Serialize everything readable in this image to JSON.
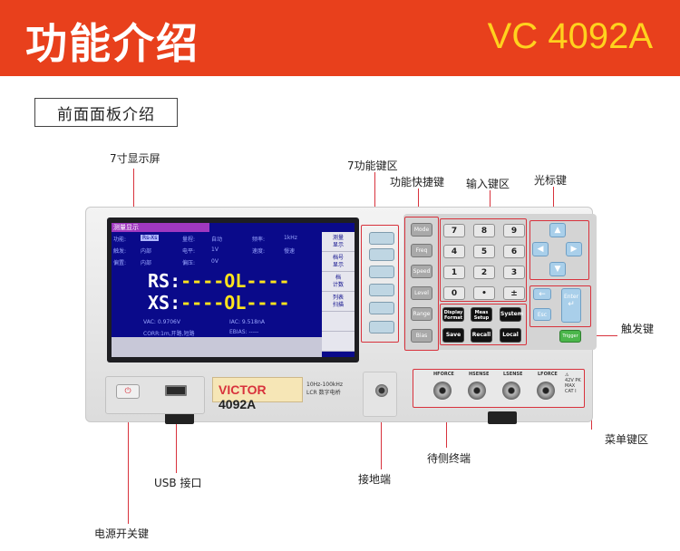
{
  "banner": {
    "title": "功能介绍",
    "model": "VC 4092A"
  },
  "section": {
    "title": "前面面板介绍"
  },
  "callouts": {
    "display": "7寸显示屏",
    "func_keys": "7功能键区",
    "shortcut_keys": "功能快捷键",
    "input_keys": "输入键区",
    "cursor_keys": "光标键",
    "trigger_key": "触发键",
    "menu_keys": "菜单键区",
    "terminals": "待侧终端",
    "ground": "接地端",
    "usb": "USB 接口",
    "power": "电源开关键"
  },
  "screen": {
    "title": "测量显示",
    "row1": [
      {
        "f": "功能:",
        "v": "Rs-Xs"
      },
      {
        "f": "量程:",
        "v": "自动"
      },
      {
        "f": "频率:",
        "v": "1kHz"
      }
    ],
    "row2": [
      {
        "f": "触发:",
        "v": "内部"
      },
      {
        "f": "电平:",
        "v": "1V"
      },
      {
        "f": "速度:",
        "v": "慢速"
      }
    ],
    "row3": [
      {
        "f": "偏置:",
        "v": "内部"
      },
      {
        "f": "偏压:",
        "v": "0V"
      }
    ],
    "rs_label": "RS:",
    "rs_value": "----OL----",
    "xs_label": "XS:",
    "xs_value": "----OL----",
    "vac": "VAC: 0.9706V",
    "iac": "IAC: 9.518nA",
    "corr": "CORR:1m,开路,短路",
    "ebias": "EBIAS: -----",
    "softkeys": [
      "测量\n显示",
      "档号\n显示",
      "档\n计数",
      "列表\n扫描",
      "",
      ""
    ]
  },
  "keys": {
    "mode": [
      "Mode",
      "Freq",
      "Speed",
      "Level",
      "Range",
      "Bias"
    ],
    "numpad": [
      "7",
      "8",
      "9",
      "4",
      "5",
      "6",
      "1",
      "2",
      "3",
      "0",
      "•",
      "±"
    ],
    "menu_row1": [
      "Display Format",
      "Meas Setup",
      "System"
    ],
    "menu_row2": [
      "Save",
      "Recall",
      "Local"
    ],
    "cursor": {
      "up": "▲",
      "down": "▼",
      "left": "◀",
      "right": "▶"
    },
    "back": "←",
    "esc": "Esc",
    "enter": "Enter",
    "enter_arrow": "↵",
    "trigger": "Trigger",
    "power": "⏻"
  },
  "device": {
    "brand": "VICTOR",
    "model": "4092A",
    "spec_line1": "10Hz-100kHz",
    "spec_line2": "LCR 数字电桥",
    "terminals": [
      "HFORCE",
      "HSENSE",
      "LSENSE",
      "LFORCE"
    ],
    "warning": "⚠\n42V PK\nMAX\nCAT I"
  }
}
